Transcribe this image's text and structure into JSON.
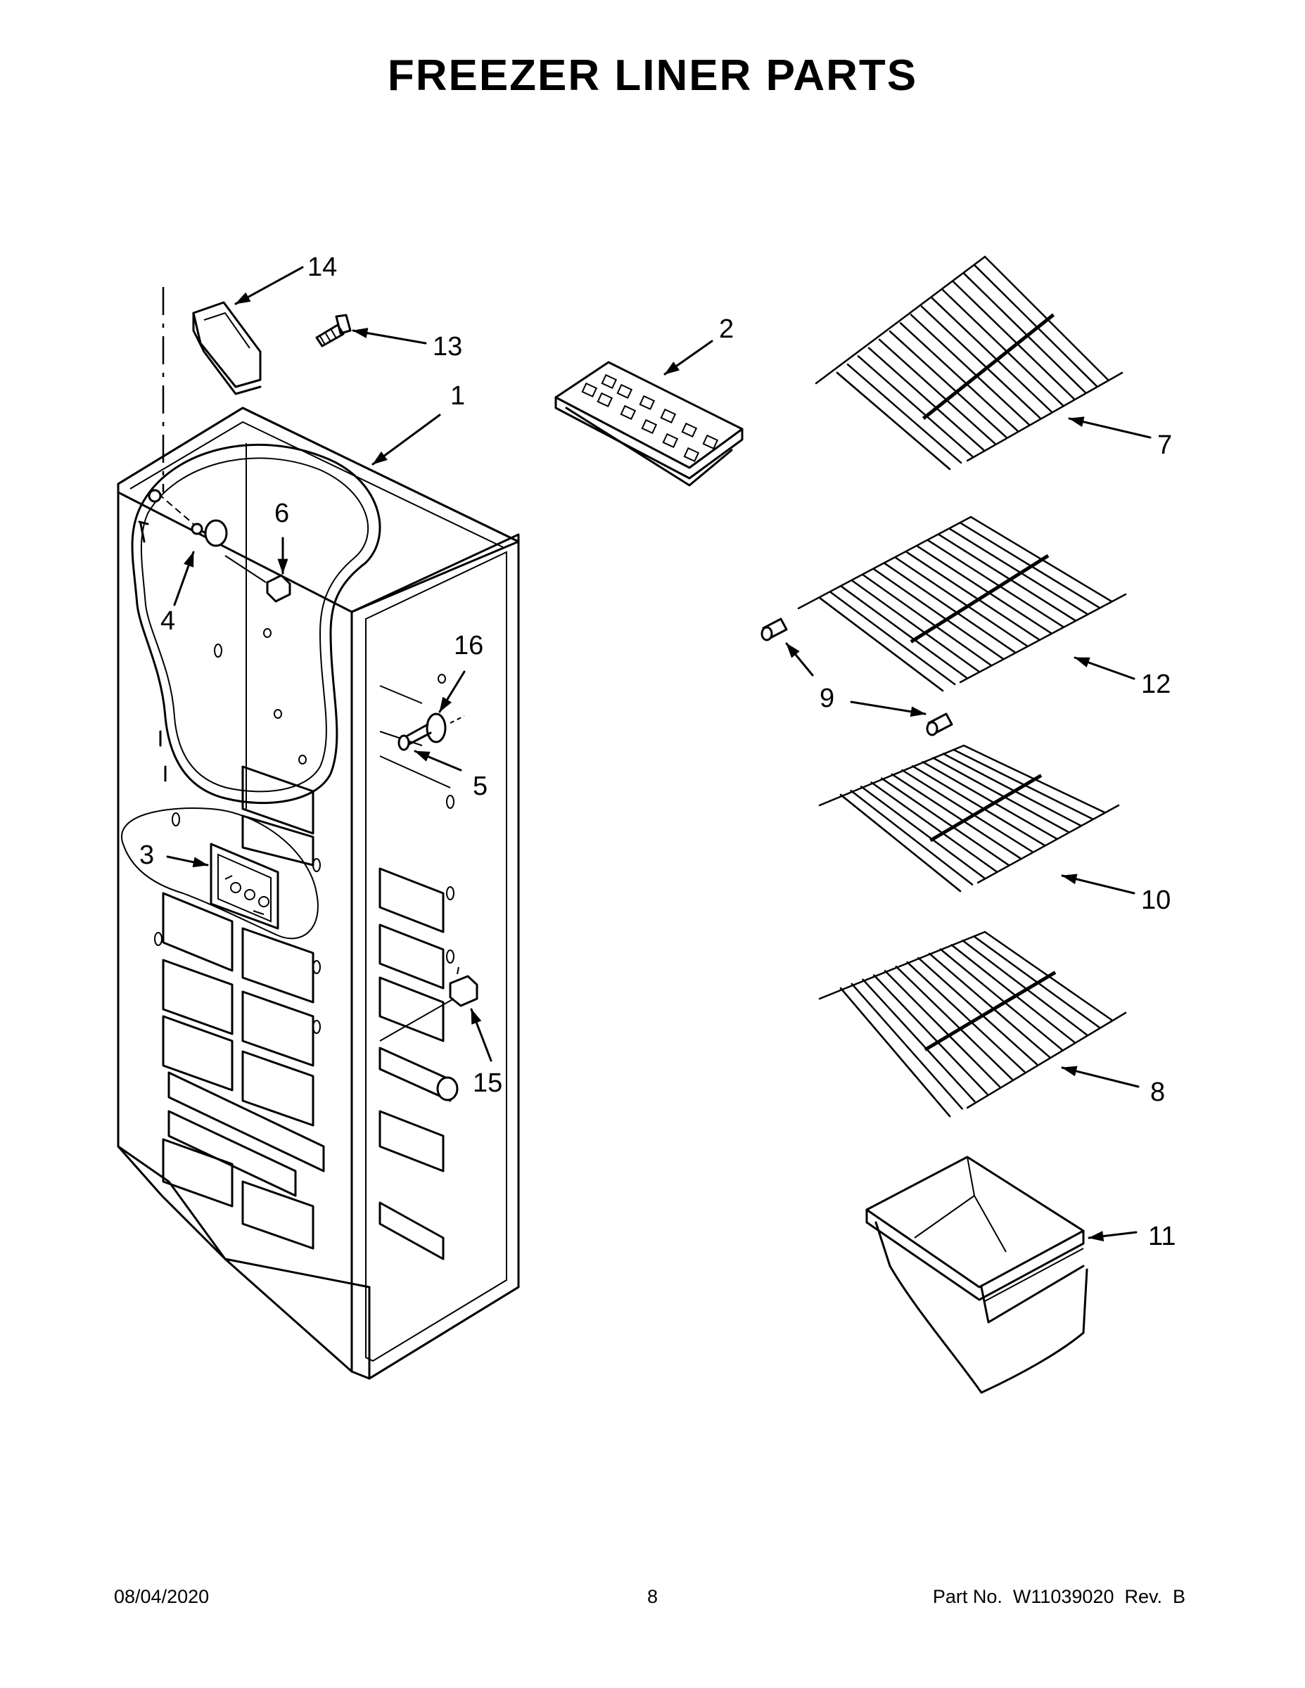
{
  "page": {
    "title": "FREEZER LINER PARTS"
  },
  "callouts": [
    {
      "id": "1",
      "label": "1"
    },
    {
      "id": "2",
      "label": "2"
    },
    {
      "id": "3",
      "label": "3"
    },
    {
      "id": "4",
      "label": "4"
    },
    {
      "id": "5",
      "label": "5"
    },
    {
      "id": "6",
      "label": "6"
    },
    {
      "id": "7",
      "label": "7"
    },
    {
      "id": "8",
      "label": "8"
    },
    {
      "id": "9",
      "label": "9"
    },
    {
      "id": "10",
      "label": "10"
    },
    {
      "id": "11",
      "label": "11"
    },
    {
      "id": "12",
      "label": "12"
    },
    {
      "id": "13",
      "label": "13"
    },
    {
      "id": "14",
      "label": "14"
    },
    {
      "id": "15",
      "label": "15"
    },
    {
      "id": "16",
      "label": "16"
    }
  ],
  "footer": {
    "date": "08/04/2020",
    "page_number": "8",
    "part_number": "Part No.  W11039020  Rev.  B"
  }
}
